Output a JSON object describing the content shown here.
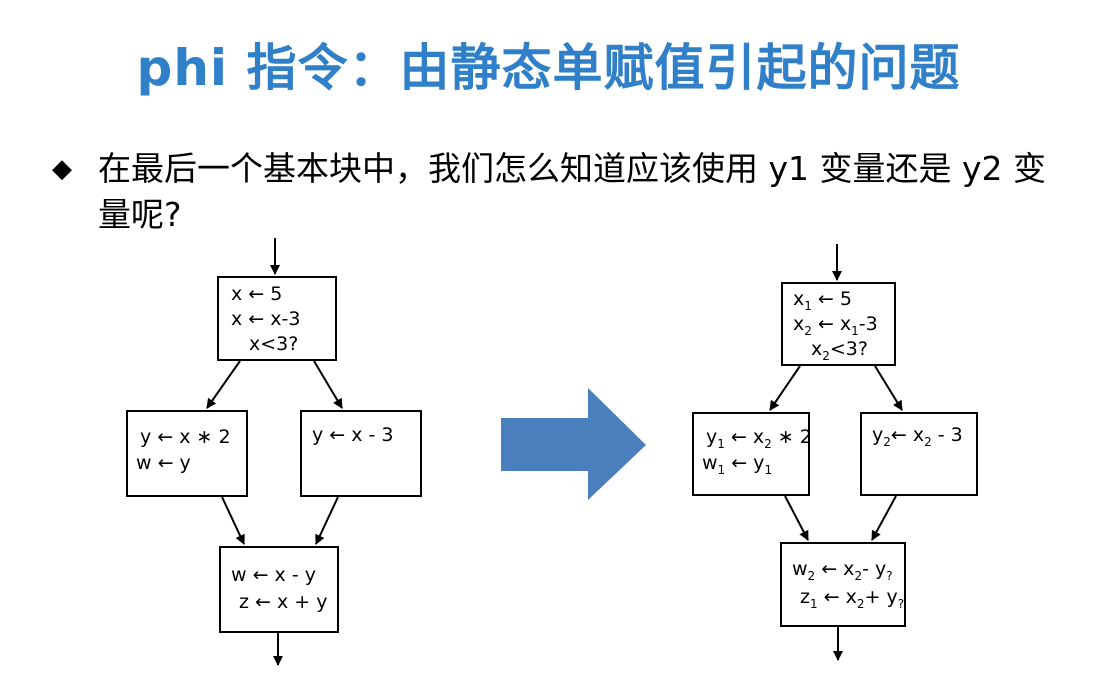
{
  "title": "phi 指令：由静态单赋值引起的问题",
  "bullet": {
    "marker": "◆",
    "text": "在最后一个基本块中，我们怎么知道应该使用 y1 变量还是 y2 变量呢?"
  },
  "left_cfg": {
    "top_block": [
      "x ← 5",
      "x ← x-3",
      "x<3?"
    ],
    "left_block": [
      "y ← x ∗ 2",
      "w ← y"
    ],
    "right_block": [
      "y ← x - 3"
    ],
    "bottom_block": [
      "w ← x - y",
      "z ← x + y"
    ]
  },
  "right_cfg": {
    "top_block": [
      [
        [
          "x",
          ""
        ],
        [
          "1",
          "s"
        ],
        [
          " ← 5",
          ""
        ]
      ],
      [
        [
          "x",
          ""
        ],
        [
          "2",
          "s"
        ],
        [
          " ← x",
          ""
        ],
        [
          "1",
          "s"
        ],
        [
          "-3",
          ""
        ]
      ],
      [
        [
          "x",
          ""
        ],
        [
          "2",
          "s"
        ],
        [
          "<3?",
          ""
        ]
      ]
    ],
    "left_block": [
      [
        [
          "y",
          ""
        ],
        [
          "1",
          "s"
        ],
        [
          " ← x",
          ""
        ],
        [
          "2",
          "s"
        ],
        [
          " ∗ 2",
          ""
        ]
      ],
      [
        [
          "w",
          ""
        ],
        [
          "1",
          "s"
        ],
        [
          " ← y",
          ""
        ],
        [
          "1",
          "s"
        ]
      ]
    ],
    "right_block": [
      [
        [
          "y",
          ""
        ],
        [
          "2",
          "s"
        ],
        [
          "← x",
          ""
        ],
        [
          "2",
          "s"
        ],
        [
          " - 3",
          ""
        ]
      ]
    ],
    "bottom_block": [
      [
        [
          "w",
          ""
        ],
        [
          "2",
          "s"
        ],
        [
          " ← x",
          ""
        ],
        [
          "2",
          "s"
        ],
        [
          "- y",
          ""
        ],
        [
          "?",
          "s"
        ]
      ],
      [
        [
          "z",
          ""
        ],
        [
          "1",
          "s"
        ],
        [
          " ← x",
          ""
        ],
        [
          "2",
          "s"
        ],
        [
          "+ y",
          ""
        ],
        [
          "?",
          "s"
        ]
      ]
    ]
  },
  "colors": {
    "title": "#2f7fc9",
    "arrow": "#4a7fbd"
  }
}
